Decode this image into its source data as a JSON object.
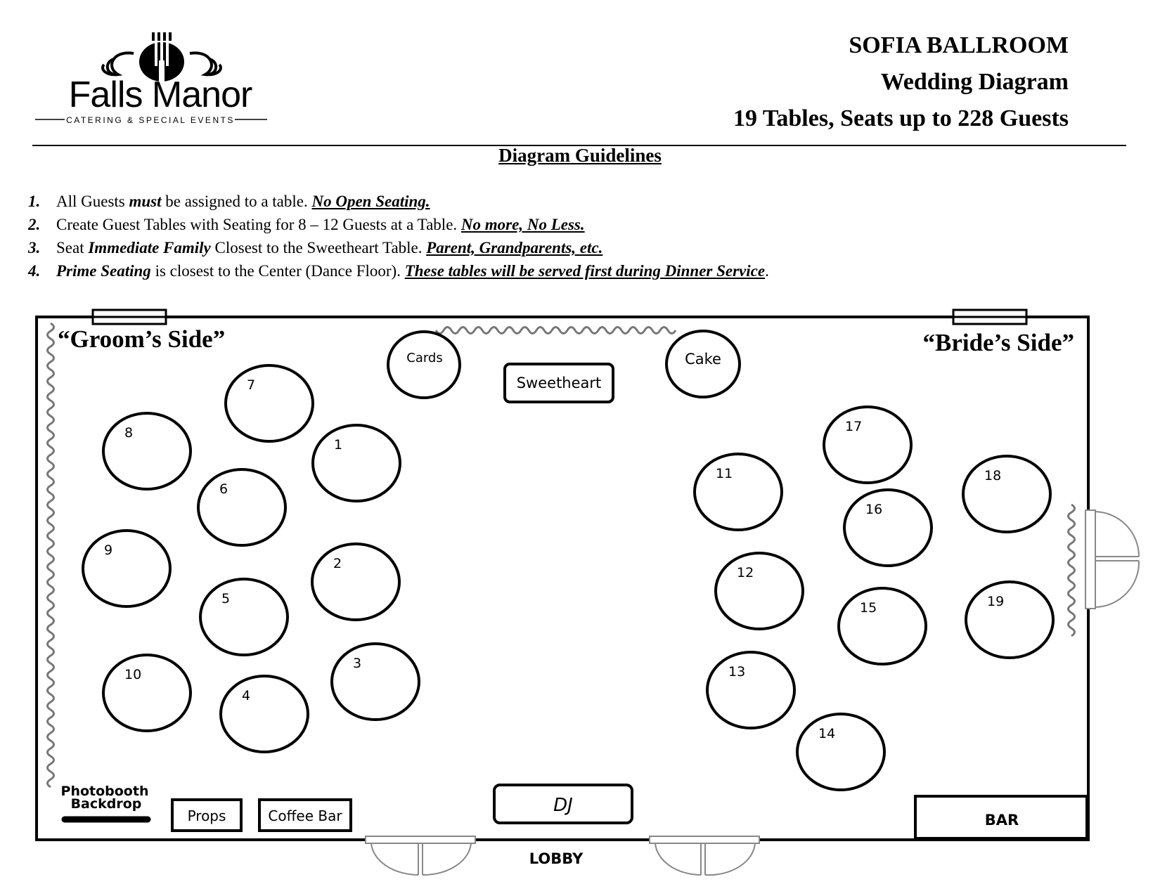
{
  "logo": {
    "name": "Falls Manor",
    "tagline": "CATERING & SPECIAL EVENTS"
  },
  "header": {
    "venue": "SOFIA BALLROOM",
    "doc_title": "Wedding Diagram",
    "capacity": "19 Tables, Seats up to 228 Guests"
  },
  "guidelines": {
    "title": "Diagram Guidelines",
    "items": [
      {
        "num": "1.",
        "parts": [
          {
            "t": "All Guests ",
            "s": "n"
          },
          {
            "t": "must",
            "s": "em"
          },
          {
            "t": " be assigned to a table. ",
            "s": "n"
          },
          {
            "t": "No Open Seating.",
            "s": "uem"
          }
        ]
      },
      {
        "num": "2.",
        "parts": [
          {
            "t": "Create Guest Tables with Seating for 8 – 12 Guests at a Table. ",
            "s": "n"
          },
          {
            "t": "No more, No Less.",
            "s": "uem"
          }
        ]
      },
      {
        "num": "3.",
        "parts": [
          {
            "t": "Seat ",
            "s": "n"
          },
          {
            "t": "Immediate Family",
            "s": "em"
          },
          {
            "t": " Closest to the Sweetheart Table. ",
            "s": "n"
          },
          {
            "t": "Parent, Grandparents, etc.",
            "s": "uem"
          }
        ]
      },
      {
        "num": "4.",
        "parts": [
          {
            "t": "Prime Seating",
            "s": "em"
          },
          {
            "t": " is closest to the Center (Dance Floor). ",
            "s": "n"
          },
          {
            "t": "These tables will be served first during Dinner Service",
            "s": "uem"
          },
          {
            "t": ".",
            "s": "n"
          }
        ]
      }
    ]
  },
  "floor": {
    "groom_side": "“Groom’s Side”",
    "bride_side": "“Bride’s Side”",
    "cards": "Cards",
    "cake": "Cake",
    "sweetheart": "Sweetheart",
    "dj": "DJ",
    "bar": "BAR",
    "lobby": "LOBBY",
    "props": "Props",
    "coffee_bar": "Coffee Bar",
    "photobooth_1": "Photobooth",
    "photobooth_2": "Backdrop",
    "tables": [
      {
        "label": "1"
      },
      {
        "label": "2"
      },
      {
        "label": "3"
      },
      {
        "label": "4"
      },
      {
        "label": "5"
      },
      {
        "label": "6"
      },
      {
        "label": "7"
      },
      {
        "label": "8"
      },
      {
        "label": "9"
      },
      {
        "label": "10"
      },
      {
        "label": "11"
      },
      {
        "label": "12"
      },
      {
        "label": "13"
      },
      {
        "label": "14"
      },
      {
        "label": "15"
      },
      {
        "label": "16"
      },
      {
        "label": "17"
      },
      {
        "label": "18"
      },
      {
        "label": "19"
      }
    ]
  }
}
